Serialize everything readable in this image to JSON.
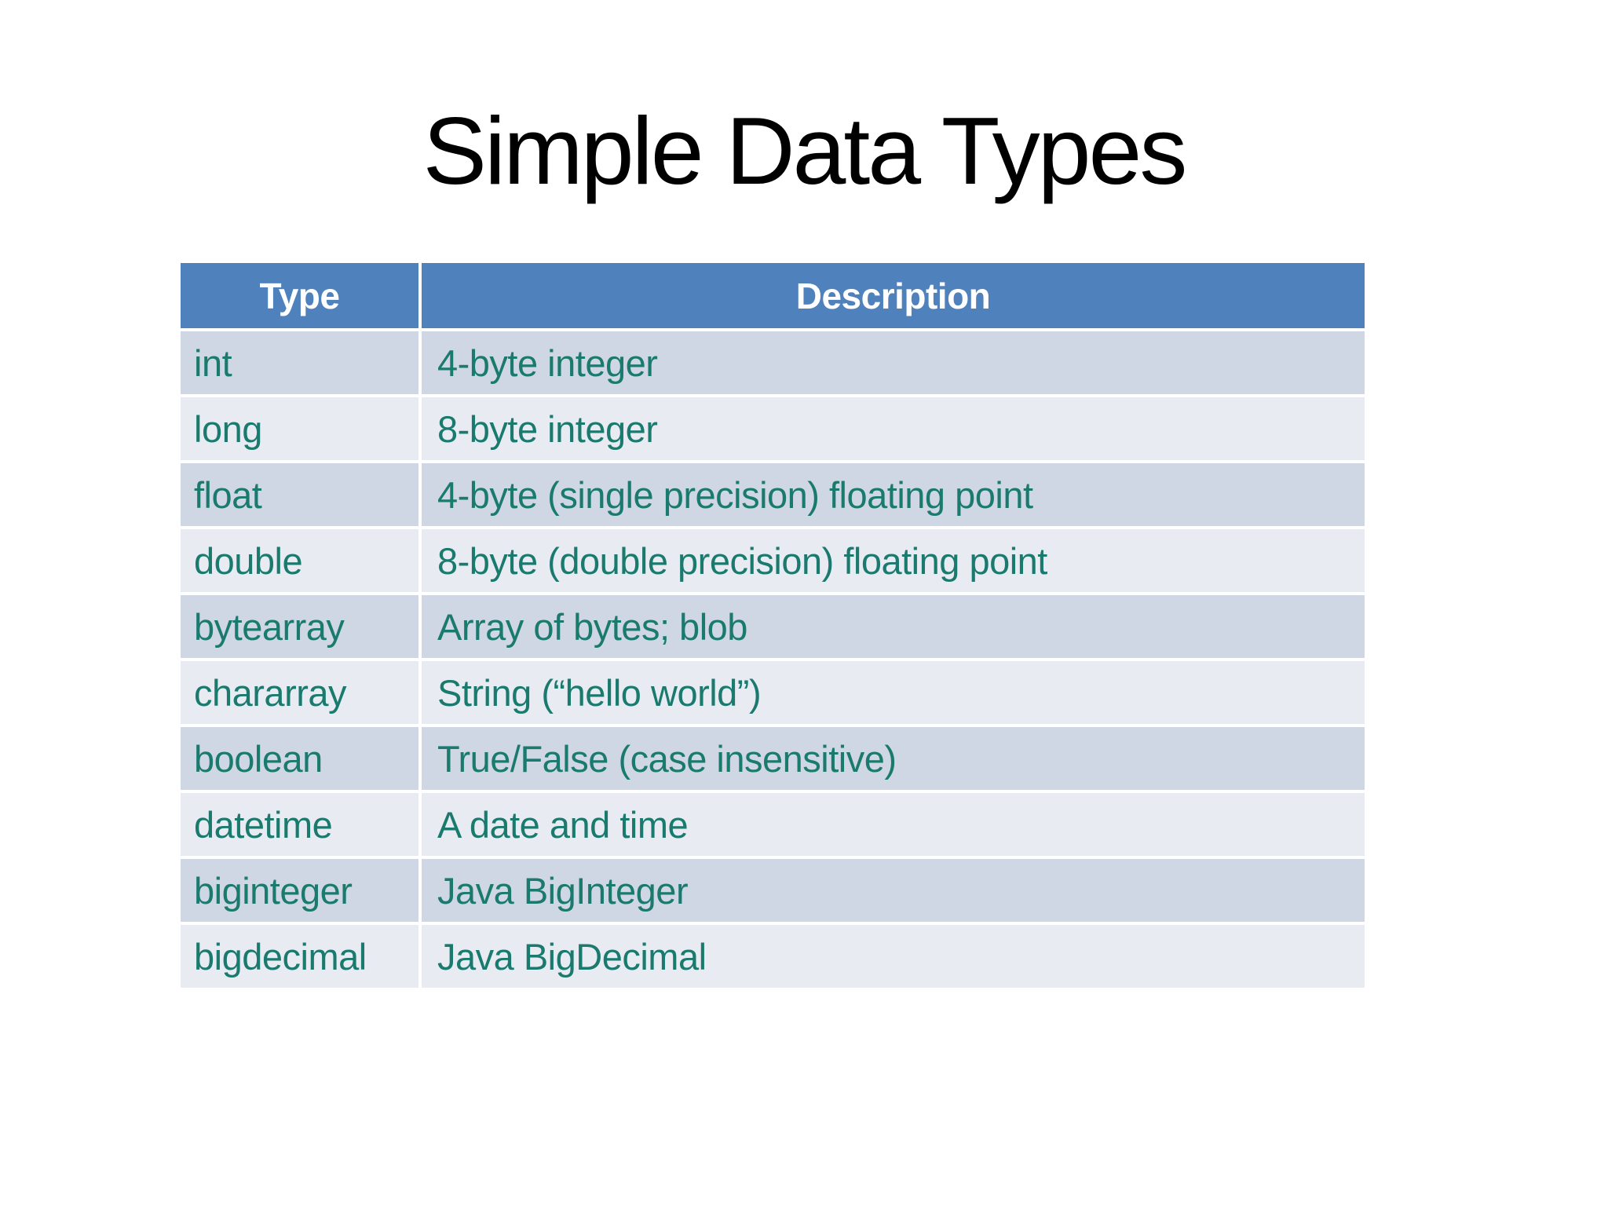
{
  "title": "Simple Data Types",
  "theme": {
    "header_bg": "#4f81bd",
    "header_text": "#ffffff",
    "row_odd_bg": "#cfd6e4",
    "row_even_bg": "#e8ebf2",
    "cell_text": "#1a7a6e",
    "title_color": "#000000",
    "background": "#ffffff"
  },
  "table": {
    "columns": [
      {
        "label": "Type"
      },
      {
        "label": "Description"
      }
    ],
    "rows": [
      {
        "type": "int",
        "description": "4-byte integer"
      },
      {
        "type": "long",
        "description": "8-byte integer"
      },
      {
        "type": "float",
        "description": "4-byte (single precision) floating point"
      },
      {
        "type": "double",
        "description": "8-byte (double precision) floating point"
      },
      {
        "type": "bytearray",
        "description": "Array of bytes; blob"
      },
      {
        "type": "chararray",
        "description": "String (“hello world”)"
      },
      {
        "type": "boolean",
        "description": "True/False (case insensitive)"
      },
      {
        "type": "datetime",
        "description": "A date and time"
      },
      {
        "type": "biginteger",
        "description": "Java BigInteger"
      },
      {
        "type": "bigdecimal",
        "description": "Java BigDecimal"
      }
    ]
  }
}
